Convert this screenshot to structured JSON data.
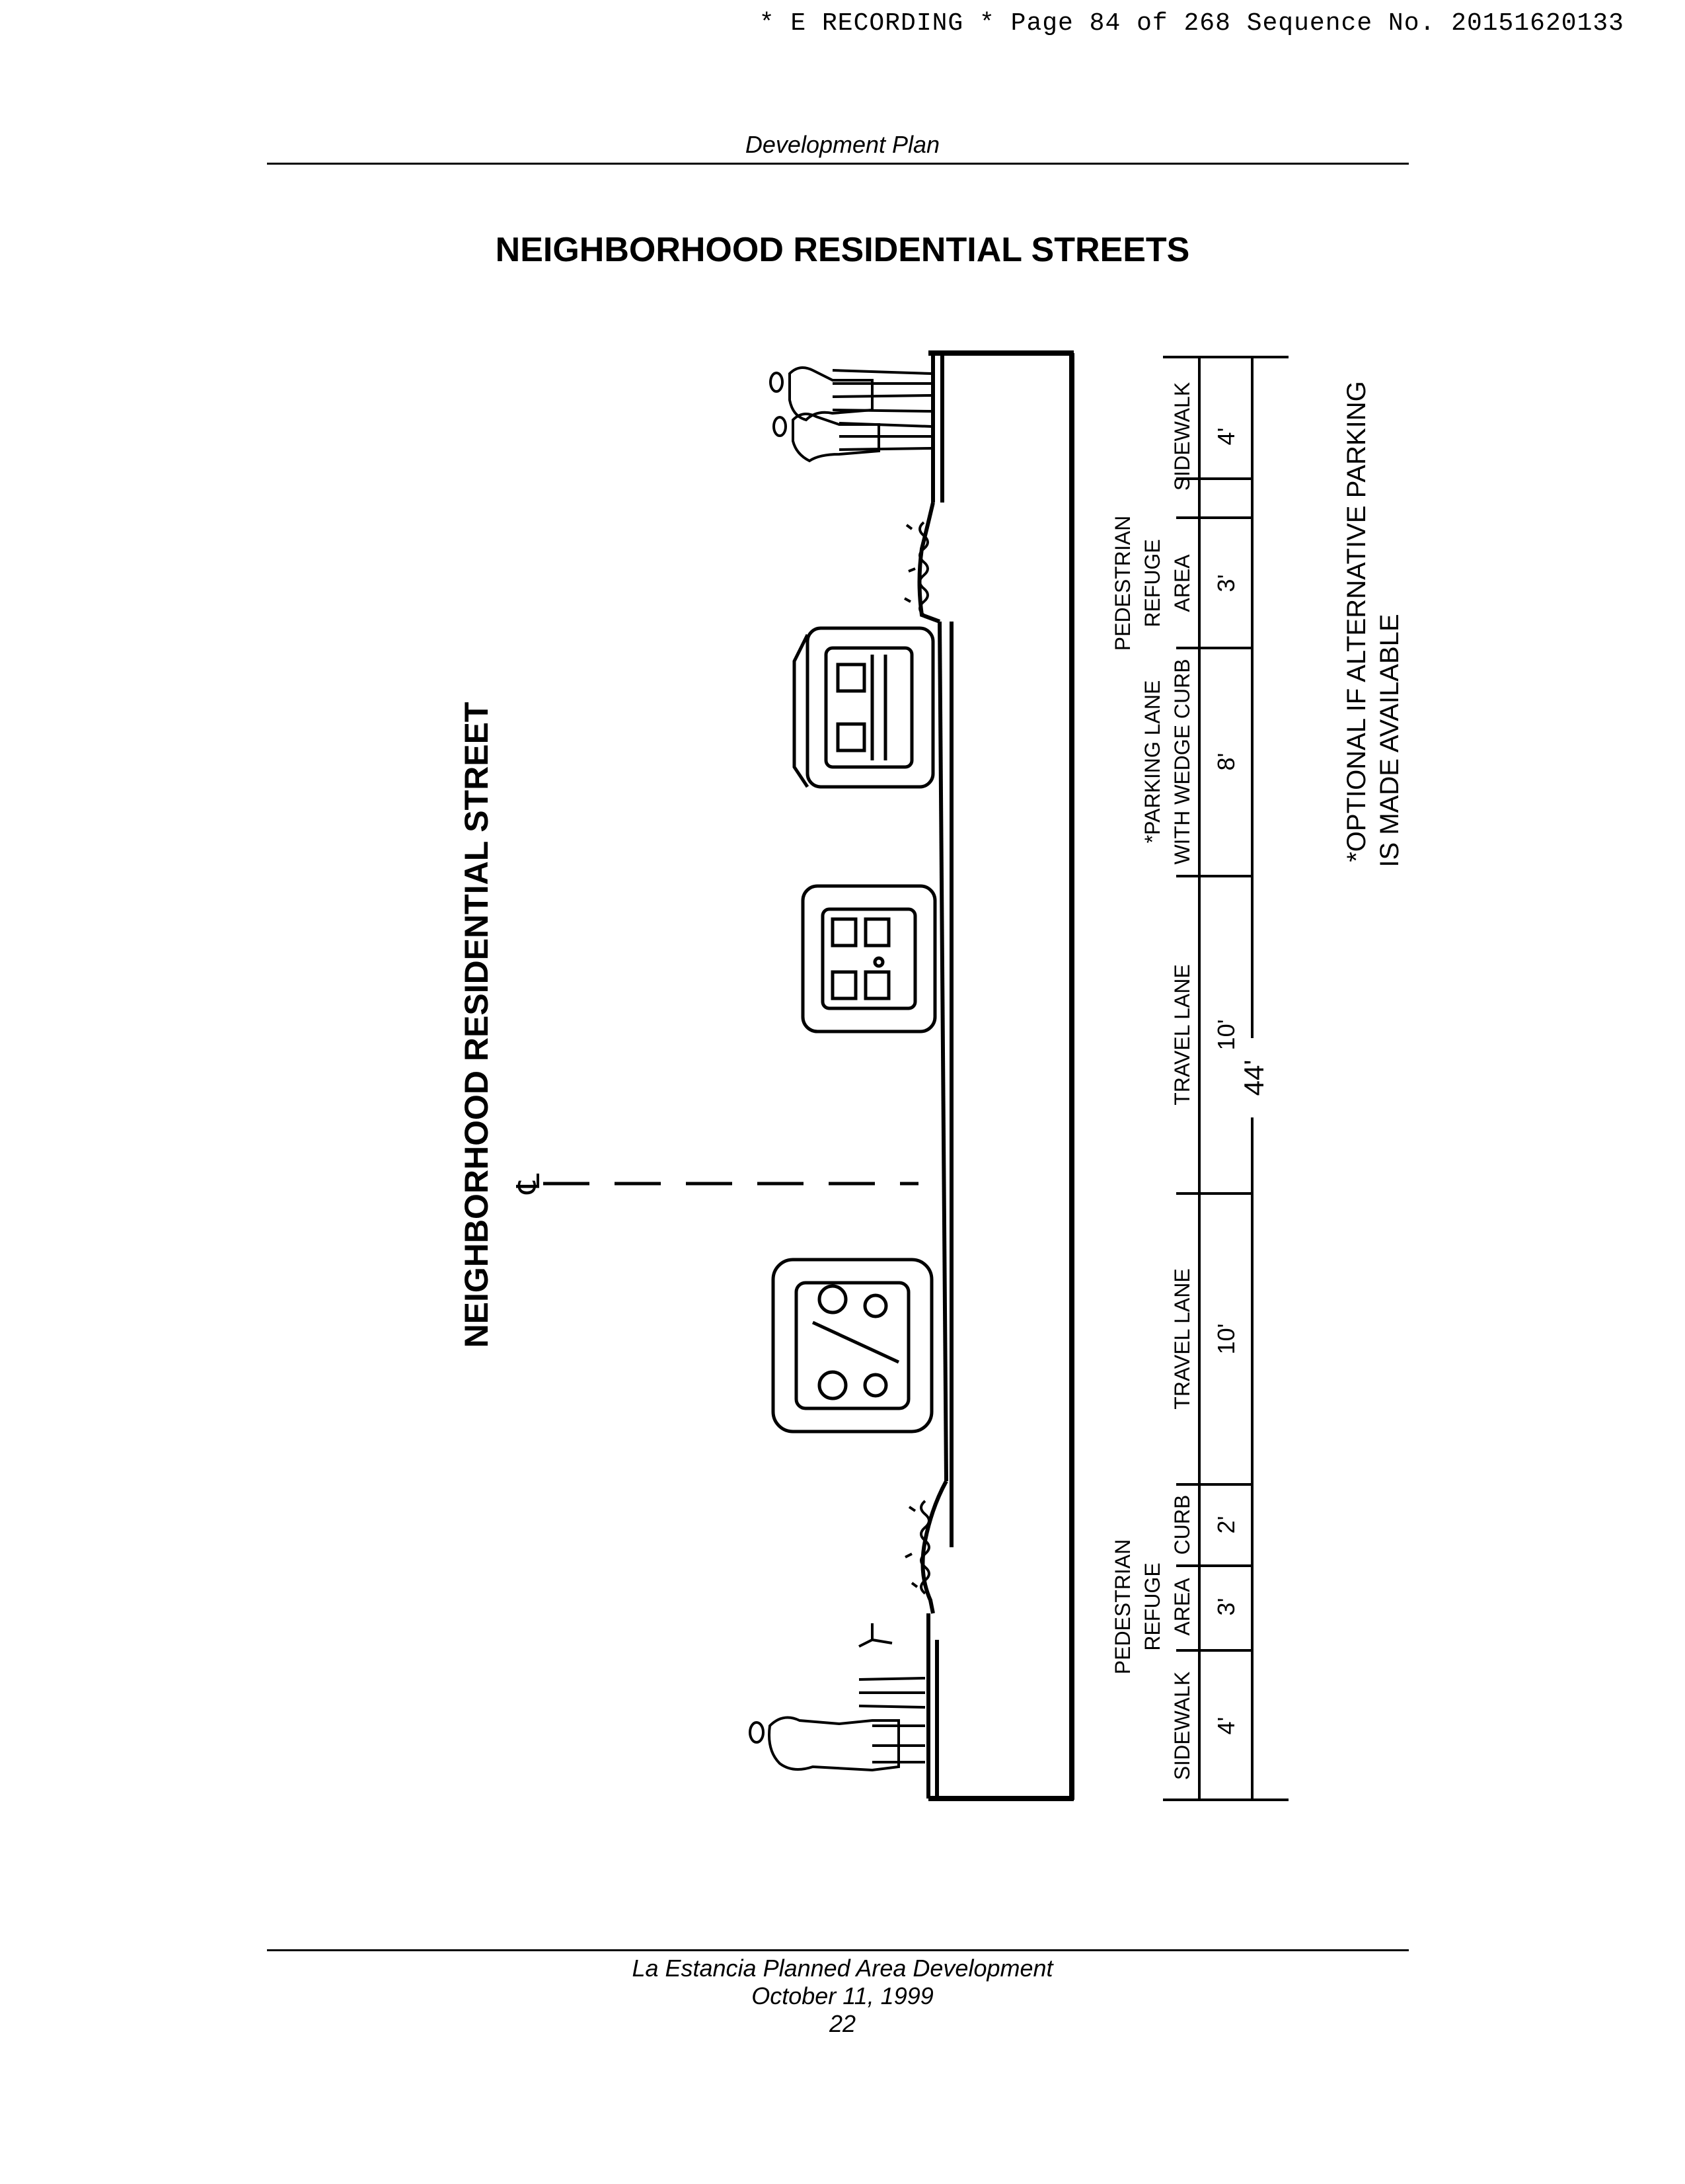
{
  "header": {
    "recording_stamp": "* E RECORDING * Page 84 of 268 Sequence No. 20151620133",
    "running_head": "Development Plan"
  },
  "page_title": "NEIGHBORHOOD RESIDENTIAL STREETS",
  "figure": {
    "title": "NEIGHBORHOOD RESIDENTIAL STREET",
    "centerline_symbol": "℄",
    "zones": [
      {
        "label": "SIDEWALK",
        "width": "4'"
      },
      {
        "label": "PEDESTRIAN REFUGE AREA",
        "line1": "PEDESTRIAN",
        "line2": "REFUGE",
        "line3": "AREA",
        "width": "3'"
      },
      {
        "label": "CURB",
        "width": "2'"
      },
      {
        "label": "TRAVEL LANE",
        "width": "10'"
      },
      {
        "label": "TRAVEL LANE",
        "width": "10'"
      },
      {
        "label": "*PARKING LANE WITH WEDGE CURB",
        "line1": "*PARKING LANE",
        "line2": "WITH WEDGE CURB",
        "width": "8'"
      },
      {
        "label": "PEDESTRIAN REFUGE AREA",
        "line1": "PEDESTRIAN",
        "line2": "REFUGE",
        "line3": "AREA",
        "width": "3'"
      },
      {
        "label": "SIDEWALK",
        "width": "4'"
      }
    ],
    "total_width": "44'",
    "note_line1": "*OPTIONAL IF ALTERNATIVE PARKING",
    "note_line2": "IS MADE AVAILABLE"
  },
  "footer": {
    "line1": "La Estancia Planned Area Development",
    "line2": "October 11, 1999",
    "page_number": "22"
  }
}
